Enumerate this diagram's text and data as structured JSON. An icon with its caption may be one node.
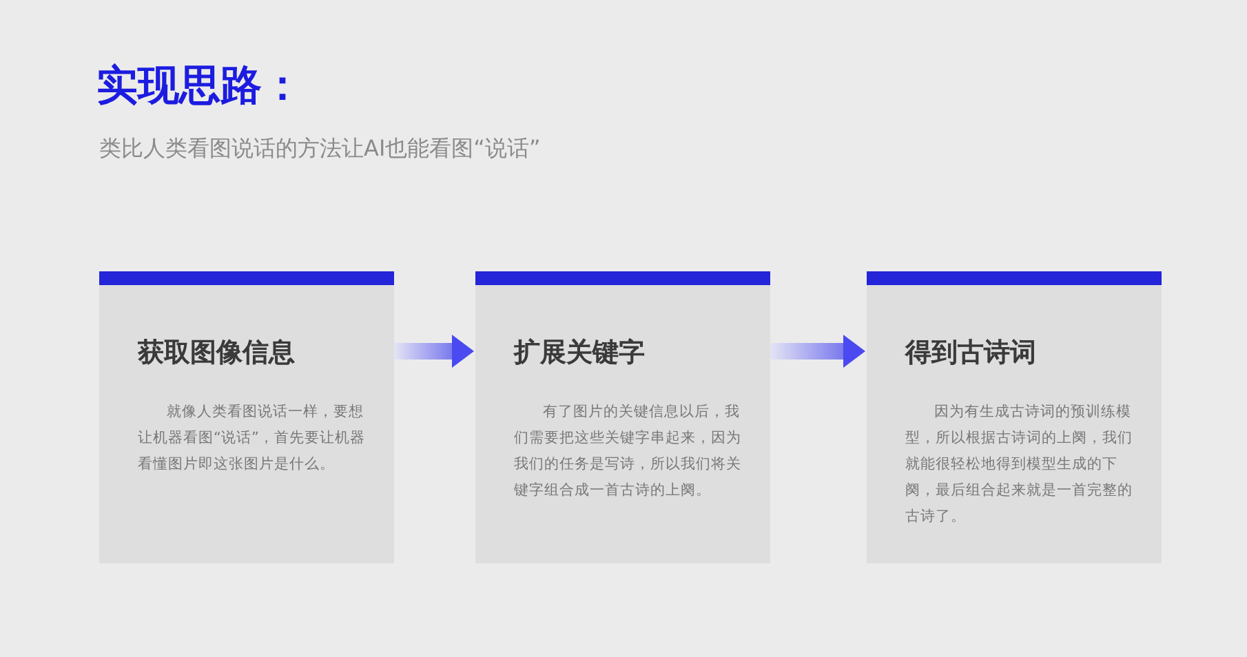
{
  "diagram": {
    "title": "实现思路：",
    "caption": "类比人类看图说话的方法让AI也能看图“说话”",
    "nodes": [
      {
        "text": [
          "获取图像信息",
          "就像人类看图说话一样，要想让机器看图“说话”，首先要让机器看懂图片即这张图片是什么。"
        ]
      },
      {
        "text": [
          "扩展关键字",
          "有了图片的关键信息以后，我们需要把这些关键字串起来，因为我们的任务是写诗，所以我们将关键字组合成一首古诗的上阕。"
        ]
      },
      {
        "text": [
          "得到古诗词",
          "因为有生成古诗词的预训练模型，所以根据古诗词的上阕，我们就能很轻松地得到模型生成的下阕，最后组合起来就是一首完整的古诗了。"
        ]
      }
    ],
    "edges": [
      {
        "from": 0,
        "to": 1,
        "arrow": "to"
      },
      {
        "from": 1,
        "to": 2,
        "arrow": "to"
      }
    ]
  }
}
